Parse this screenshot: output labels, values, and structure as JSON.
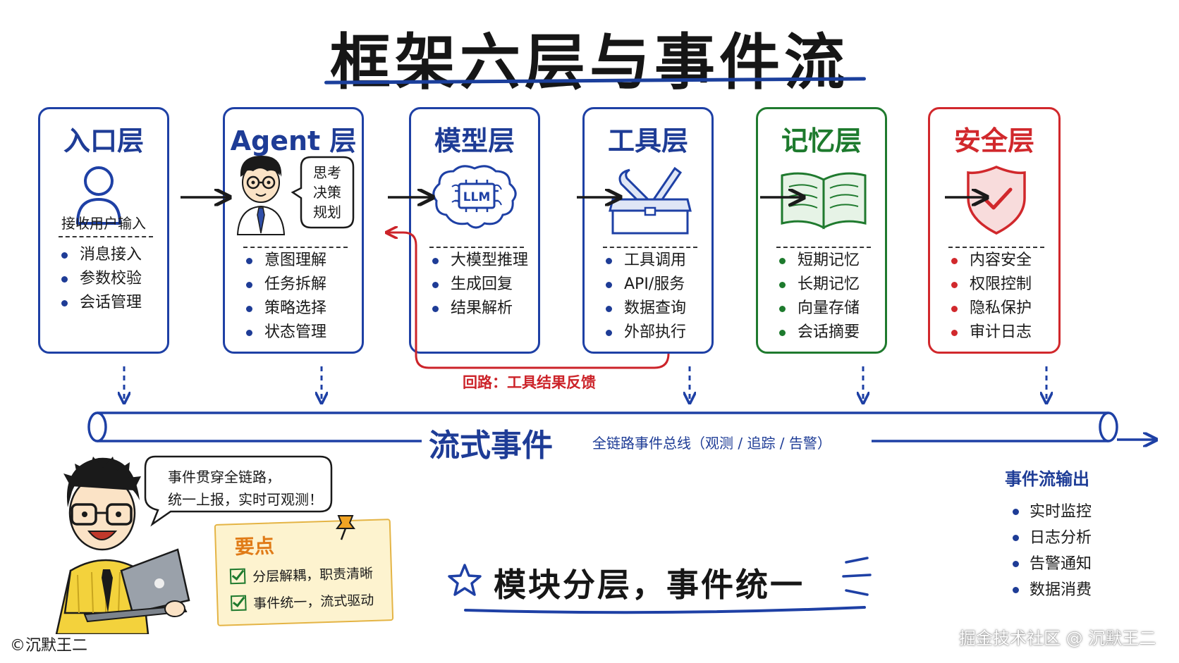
{
  "title": "框架六层与事件流",
  "layers": [
    {
      "title": "入口层",
      "icon": "user-icon",
      "caption": "接收用户输入",
      "color": "#1e3c96",
      "items": [
        "消息接入",
        "参数校验",
        "会话管理"
      ]
    },
    {
      "title": "Agent 层",
      "icon": "agent-character-icon",
      "caption": "",
      "color": "#1e3c96",
      "speech": [
        "思考",
        "决策",
        "规划"
      ],
      "items": [
        "意图理解",
        "任务拆解",
        "策略选择",
        "状态管理"
      ]
    },
    {
      "title": "模型层",
      "icon": "llm-brain-icon",
      "icon_text": "LLM",
      "caption": "",
      "color": "#1e3c96",
      "items": [
        "大模型推理",
        "生成回复",
        "结果解析"
      ]
    },
    {
      "title": "工具层",
      "icon": "toolbox-icon",
      "caption": "",
      "color": "#1e3c96",
      "items": [
        "工具调用",
        "API/服务",
        "数据查询",
        "外部执行"
      ]
    },
    {
      "title": "记忆层",
      "icon": "open-book-icon",
      "caption": "",
      "color": "#1d7a2d",
      "items": [
        "短期记忆",
        "长期记忆",
        "向量存储",
        "会话摘要"
      ]
    },
    {
      "title": "安全层",
      "icon": "shield-check-icon",
      "caption": "",
      "color": "#d1282c",
      "items": [
        "内容安全",
        "权限控制",
        "隐私保护",
        "审计日志"
      ]
    }
  ],
  "feedback_loop": {
    "label": "回路：工具结果反馈",
    "color": "#cc2329"
  },
  "event_stream": {
    "label": "流式事件",
    "sublabel": "全链路事件总线（观测 / 追踪 / 告警）"
  },
  "output": {
    "title": "事件流输出",
    "items": [
      "实时监控",
      "日志分析",
      "告警通知",
      "数据消费"
    ]
  },
  "speech_bubble": {
    "lines": [
      "事件贯穿全链路，",
      "统一上报，实时可观测！"
    ]
  },
  "note": {
    "title": "要点",
    "items": [
      "分层解耦，职责清晰",
      "事件统一，流式驱动"
    ]
  },
  "slogan": "模块分层，事件统一",
  "copyright": "©沉默王二",
  "watermark": "掘金技术社区 @ 沉默王二"
}
